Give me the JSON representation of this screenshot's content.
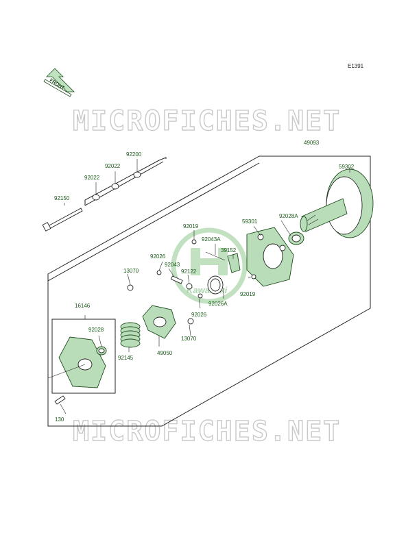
{
  "reference_code": "E1391",
  "front_arrow_text": "FRONT",
  "watermark_text": "MICROFICHES.NET",
  "logo_text": "Kawasaki",
  "part_labels": {
    "p49093": "49093",
    "p59302": "59302",
    "p92200": "92200",
    "p92022a": "92022",
    "p92022b": "92022",
    "p92150": "92150",
    "p59301": "59301",
    "p92028A": "92028A",
    "p92019a": "92019",
    "p92043A": "92043A",
    "p39152": "39152",
    "p92026a": "92026",
    "p92043": "92043",
    "p92122": "92122",
    "p13070a": "13070",
    "p92026A": "92026A",
    "p92019b": "92019",
    "p92026b": "92026",
    "p16146": "16146",
    "p92028": "92028",
    "p13070b": "13070",
    "p92145": "92145",
    "p49050": "49050",
    "p130": "130"
  },
  "colors": {
    "label": "#1a5a1a",
    "part_fill": "#b9dcb9",
    "line": "#222222",
    "watermark": "#c9c9c9"
  }
}
